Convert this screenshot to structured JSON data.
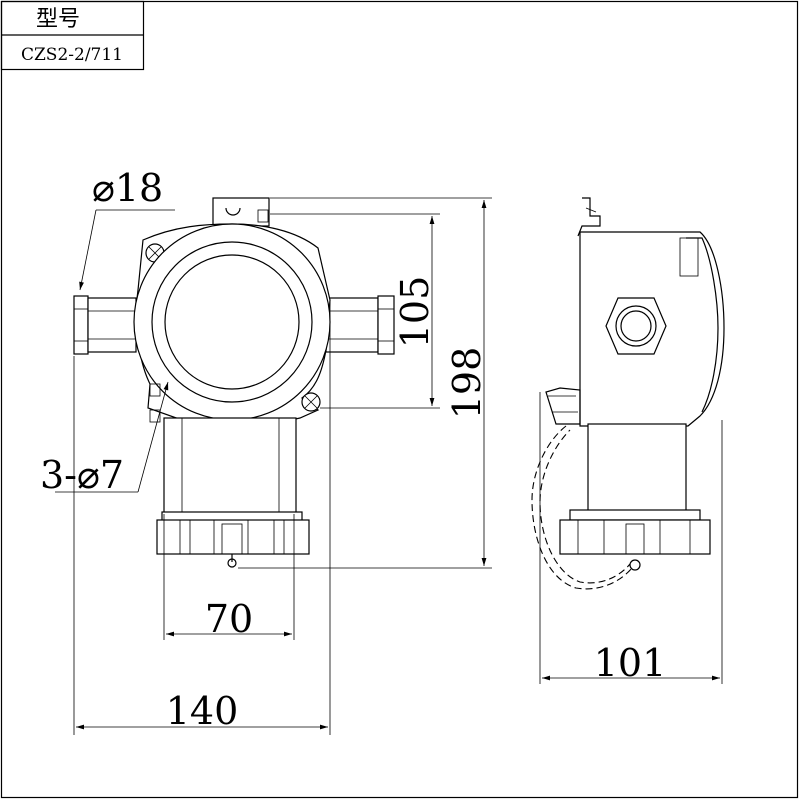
{
  "title_block": {
    "header": "型号",
    "model": "CZS2-2/711"
  },
  "dimensions": {
    "hole_dia": "⌀18",
    "mount_holes": "3-⌀7",
    "width_inner": "70",
    "width_overall": "140",
    "height_overall": "198",
    "height_mount": "105",
    "depth": "101"
  }
}
